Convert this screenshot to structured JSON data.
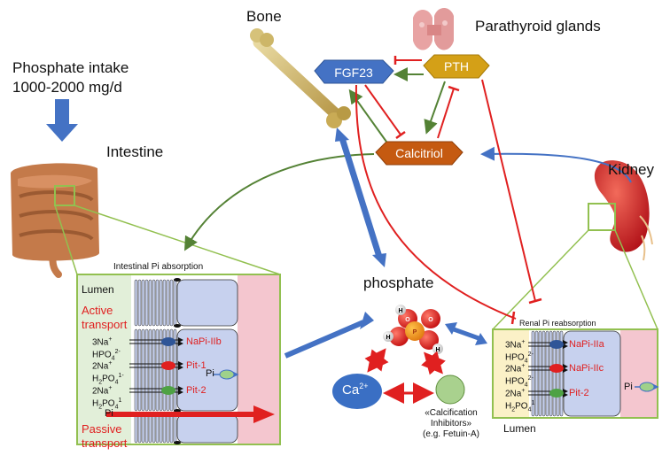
{
  "title_left": {
    "line1": "Phosphate intake",
    "line2": "1000-2000 mg/d"
  },
  "organs": {
    "bone": "Bone",
    "parathyroid": "Parathyroid glands",
    "intestine": "Intestine",
    "kidney": "Kidney"
  },
  "hormones": {
    "fgf23": "FGF23",
    "pth": "PTH",
    "calcitriol": "Calcitriol"
  },
  "center": {
    "phosphate": "phosphate",
    "ca_base": "Ca",
    "ca_sup": "2+",
    "inhibitors_line1": "«Calcification",
    "inhibitors_line2": "Inhibitors»",
    "inhibitors_line3": "(e.g. Fetuin-A)",
    "atom_h": "H",
    "atom_o": "O",
    "atom_p": "P"
  },
  "intestinal_panel": {
    "title": "Intestinal Pi absorption",
    "lumen": "Lumen",
    "active_1": "Active",
    "active_2": "transport",
    "passive_1": "Passive",
    "passive_2": "transport",
    "pi_in": "Pi",
    "pi_out": "Pi",
    "rows": [
      {
        "ion1_base": "3Na",
        "ion1_sup": "+",
        "ion2_base": "HPO",
        "ion2_sub": "4",
        "ion2_sup": "2-",
        "transporter": "NaPi-IIb"
      },
      {
        "ion1_base": "2Na",
        "ion1_sup": "+",
        "ion2_base": "H",
        "ion2_sub1": "2",
        "ion2_mid": "PO",
        "ion2_sub": "4",
        "ion2_sup": "1-",
        "transporter": "Pit-1"
      },
      {
        "ion1_base": "2Na",
        "ion1_sup": "+",
        "ion2_base": "H",
        "ion2_sub1": "2",
        "ion2_mid": "PO",
        "ion2_sub": "4",
        "ion2_sup": "1",
        "transporter": "Pit-2"
      }
    ]
  },
  "renal_panel": {
    "title": "Renal Pi reabsorption",
    "lumen": "Lumen",
    "pi_out": "Pi",
    "rows": [
      {
        "ion1_base": "3Na",
        "ion1_sup": "+",
        "ion2_base": "HPO",
        "ion2_sub": "4",
        "ion2_sup": "2-",
        "transporter": "NaPi-IIa"
      },
      {
        "ion1_base": "2Na",
        "ion1_sup": "+",
        "ion2_base": "HPO",
        "ion2_sub": "4",
        "ion2_sup": "2-",
        "transporter": "NaPi-IIc"
      },
      {
        "ion1_base": "2Na",
        "ion1_sup": "+",
        "ion2_base": "H",
        "ion2_sub1": "2",
        "ion2_mid": "PO",
        "ion2_sub": "4",
        "ion2_sup": "1",
        "transporter": "Pit-2"
      }
    ]
  },
  "colors": {
    "blue_arrow": "#4472c4",
    "green_arrow": "#548235",
    "red_inhibit": "#e02020",
    "fgf23_fill": "#4472c4",
    "pth_fill": "#d4a017",
    "calcitriol_fill": "#c55a11",
    "panel_border": "#92c050",
    "lumen_bg": "#e2efd9",
    "blood_bg": "#f4c6cf",
    "cell_fill": "#c7d1ee",
    "ca_fill": "#3a6fc4",
    "inhibitor_fill": "#a9d18e",
    "napi_blue": "#2f5597",
    "pit_red": "#e02020",
    "pit_green": "#4ea244"
  },
  "icons": [
    "bone-icon",
    "parathyroid-icon",
    "intestine-icon",
    "kidney-icon",
    "phosphate-molecule-icon"
  ]
}
